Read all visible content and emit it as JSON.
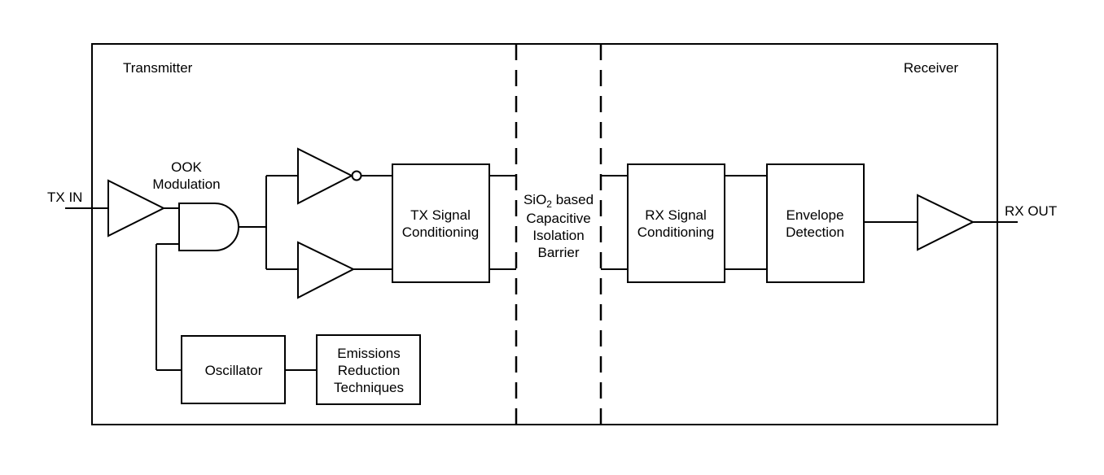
{
  "sections": {
    "transmitter": "Transmitter",
    "receiver": "Receiver"
  },
  "ports": {
    "input": "TX IN",
    "output": "RX OUT"
  },
  "modulation": {
    "line1": "OOK",
    "line2": "Modulation"
  },
  "blocks": {
    "tx_conditioning": {
      "line1": "TX Signal",
      "line2": "Conditioning"
    },
    "oscillator": {
      "line1": "Oscillator"
    },
    "emissions": {
      "line1": "Emissions",
      "line2": "Reduction",
      "line3": "Techniques"
    },
    "rx_conditioning": {
      "line1": "RX Signal",
      "line2": "Conditioning"
    },
    "envelope": {
      "line1": "Envelope",
      "line2": "Detection"
    }
  },
  "barrier": {
    "line1_prefix": "SiO",
    "line1_sub": "2",
    "line1_suffix": " based",
    "line2": "Capacitive",
    "line3": "Isolation",
    "line4": "Barrier"
  }
}
